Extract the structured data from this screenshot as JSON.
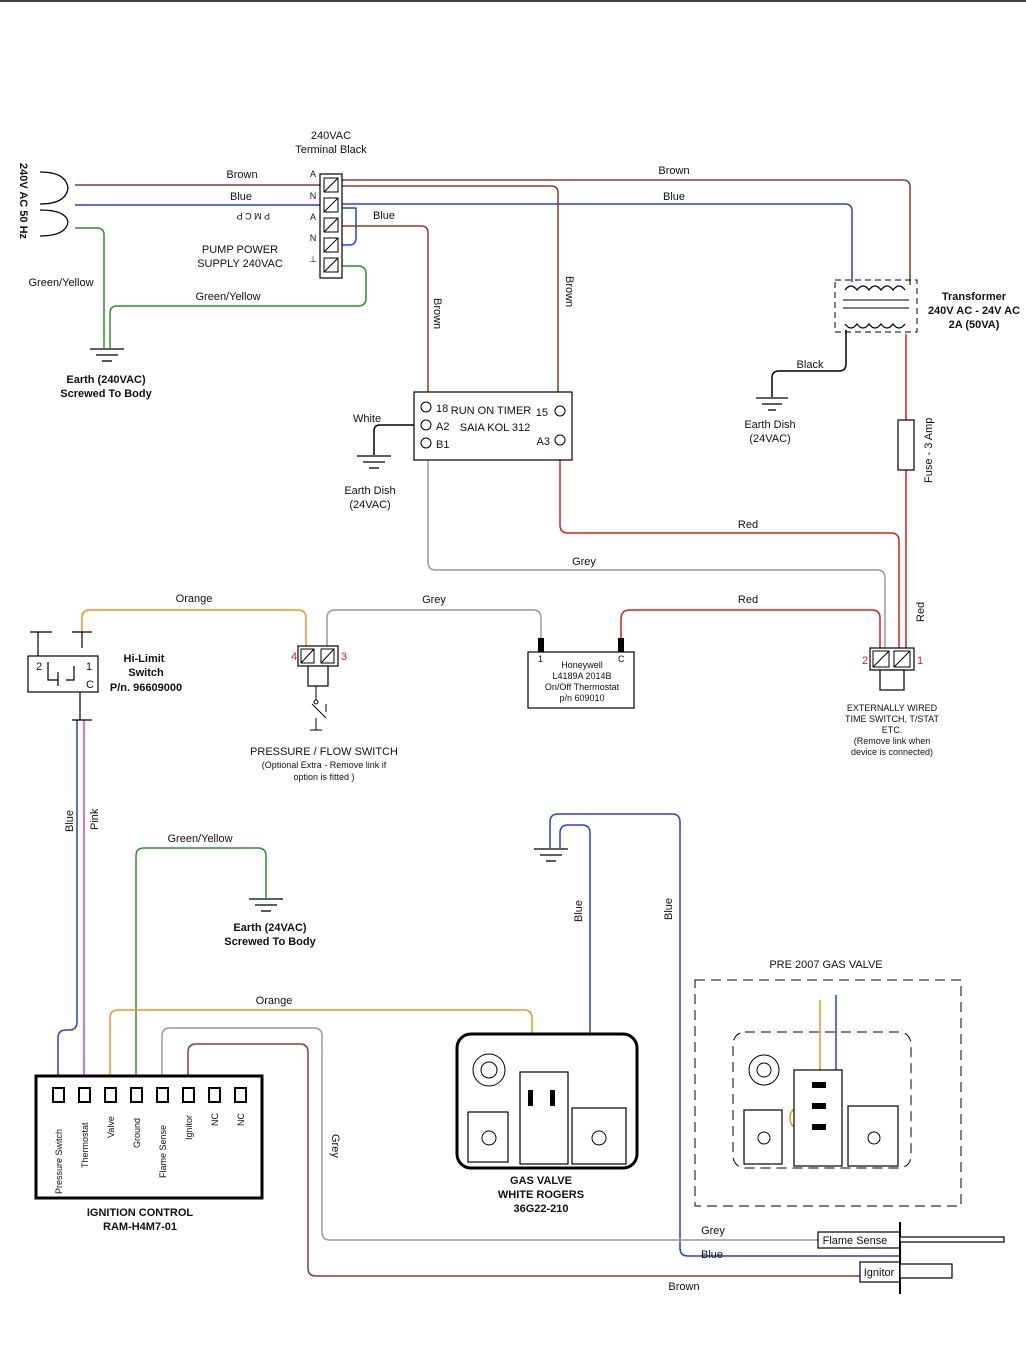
{
  "colors": {
    "brown": "#8b3a2a",
    "blue": "#2a3fd0",
    "green": "#2f8f2f",
    "red": "#d42020",
    "grey": "#9a9a9a",
    "orange": "#f09020",
    "pink": "#d040d0",
    "black": "#000000"
  },
  "supply": {
    "label": "240V AC 50 Hz"
  },
  "terminal_block": {
    "title": "240VAC",
    "subtitle": "Terminal Black",
    "pins": [
      "A",
      "N",
      "A",
      "N",
      "⊥"
    ],
    "pump_letters": "P M C P",
    "pump_label_1": "PUMP POWER",
    "pump_label_2": "SUPPLY 240VAC"
  },
  "earth_main": {
    "line1": "Earth (240VAC)",
    "line2": "Screwed To Body"
  },
  "transformer": {
    "line1": "Transformer",
    "line2": "240V AC - 24V AC",
    "line3": "2A (50VA)"
  },
  "earth_dish_1": {
    "line1": "Earth Dish",
    "line2": "(24VAC)"
  },
  "earth_dish_2": {
    "line1": "Earth Dish",
    "line2": "(24VAC)"
  },
  "fuse": {
    "label": "Fuse - 3 Amp"
  },
  "timer": {
    "label1": "RUN ON TIMER",
    "label2": "SAIA KOL 312",
    "t18": "18",
    "tA2": "A2",
    "tB1": "B1",
    "t15": "15",
    "tA3": "A3"
  },
  "hilimit": {
    "line1": "Hi-Limit",
    "line2": "Switch",
    "line3": "P/n. 96609000",
    "t2": "2",
    "t1": "1",
    "tc": "C"
  },
  "pressure": {
    "line1": "PRESSURE / FLOW SWITCH",
    "line2": "(Optional Extra - Remove link if",
    "line3": "option is fitted )",
    "t4": "4",
    "t3": "3"
  },
  "thermostat": {
    "line1": "Honeywell",
    "line2": "L4189A 2014B",
    "line3": "On/Off Thermostat",
    "line4": "p/n 609010",
    "t1": "1",
    "tc": "C"
  },
  "external": {
    "line1": "EXTERNALLY WIRED",
    "line2": "TIME SWITCH, T/STAT",
    "line3": "ETC.",
    "line4": "(Remove link when",
    "line5": "device is connected)",
    "t2": "2",
    "t1": "1"
  },
  "earth_24": {
    "line1": "Earth (24VAC)",
    "line2": "Screwed To Body"
  },
  "gas_valve": {
    "line1": "GAS VALVE",
    "line2": "WHITE ROGERS",
    "line3": "36G22-210"
  },
  "pre2007": {
    "title": "PRE 2007 GAS VALVE"
  },
  "ignition": {
    "line1": "IGNITION CONTROL",
    "line2": "RAM-H4M7-01",
    "terminals": [
      "Pressure Switch",
      "Thermostat",
      "Valve",
      "Ground",
      "Flame Sense",
      "Ignitor",
      "NC",
      "NC"
    ]
  },
  "probes": {
    "flame_sense": "Flame Sense",
    "ignitor": "Ignitor"
  },
  "wire_labels": {
    "brown": "Brown",
    "blue": "Blue",
    "green_yellow": "Green/Yellow",
    "white": "White",
    "black": "Black",
    "red": "Red",
    "grey": "Grey",
    "orange": "Orange",
    "pink": "Pink"
  }
}
